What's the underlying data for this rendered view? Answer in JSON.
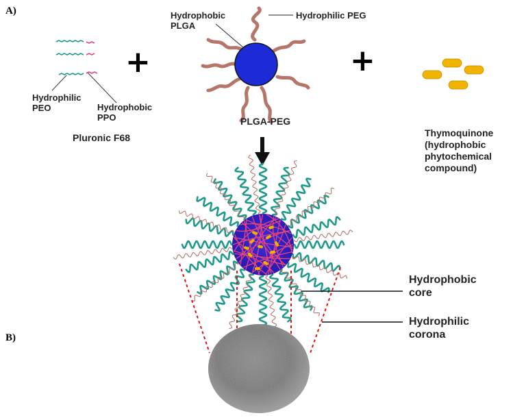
{
  "panels": {
    "a": "A)",
    "b": "B)"
  },
  "pluronic": {
    "hydrophilic_line1": "Hydrophilic",
    "hydrophilic_line2": "PEO",
    "hydrophobic_line1": "Hydrophobic",
    "hydrophobic_line2": "PPO",
    "name": "Pluronic F68"
  },
  "plga_peg": {
    "hydrophobic_line1": "Hydrophobic",
    "hydrophobic_line2": "PLGA",
    "hydrophilic": "Hydrophilic PEG",
    "name": "PLGA-PEG"
  },
  "thymoquinone": {
    "line1": "Thymoquinone",
    "line2": "(hydrophobic",
    "line3": "phytochemical",
    "line4": "compound)"
  },
  "micelle": {
    "core_line1": "Hydrophobic",
    "core_line2": "core",
    "corona_line1": "Hydrophilic",
    "corona_line2": "corona"
  },
  "operators": {
    "plus": "+"
  },
  "colors": {
    "peo": "#1f9a8a",
    "ppo": "#e8447c",
    "plga": "#1d2bd6",
    "peg": "#b5766a",
    "drug": "#f0b400",
    "guide": "#e01010"
  }
}
